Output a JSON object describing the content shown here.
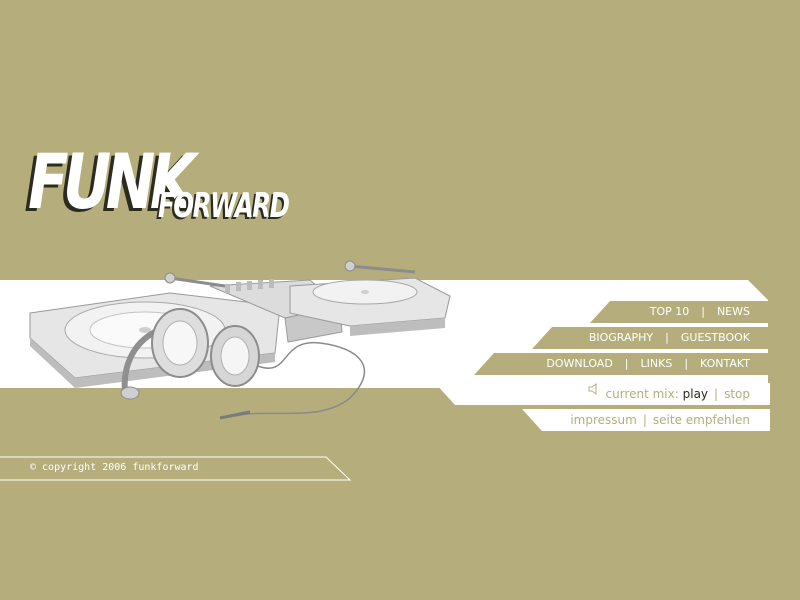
{
  "logo": {
    "word1": "FUNK",
    "word2": "FORWARD"
  },
  "nav": {
    "row1": [
      {
        "label": "TOP 10"
      },
      {
        "label": "NEWS"
      }
    ],
    "row2": [
      {
        "label": "BIOGRAPHY"
      },
      {
        "label": "GUESTBOOK"
      }
    ],
    "row3": [
      {
        "label": "DOWNLOAD"
      },
      {
        "label": "LINKS"
      },
      {
        "label": "KONTAKT"
      }
    ],
    "separator": "|"
  },
  "player": {
    "label": "current mix:",
    "play": "play",
    "stop": "stop",
    "separator": "|"
  },
  "footer_links": [
    {
      "label": "impressum"
    },
    {
      "label": "seite empfehlen"
    }
  ],
  "footer_separator": "|",
  "copyright": "© copyright 2006 funkforward",
  "colors": {
    "background": "#b5ae7c",
    "accent_dark": "#2b2b1f",
    "white": "#ffffff"
  },
  "icons": {
    "speaker": "speaker-icon",
    "headphones": "headphones-illustration",
    "turntables": "turntables-illustration"
  }
}
